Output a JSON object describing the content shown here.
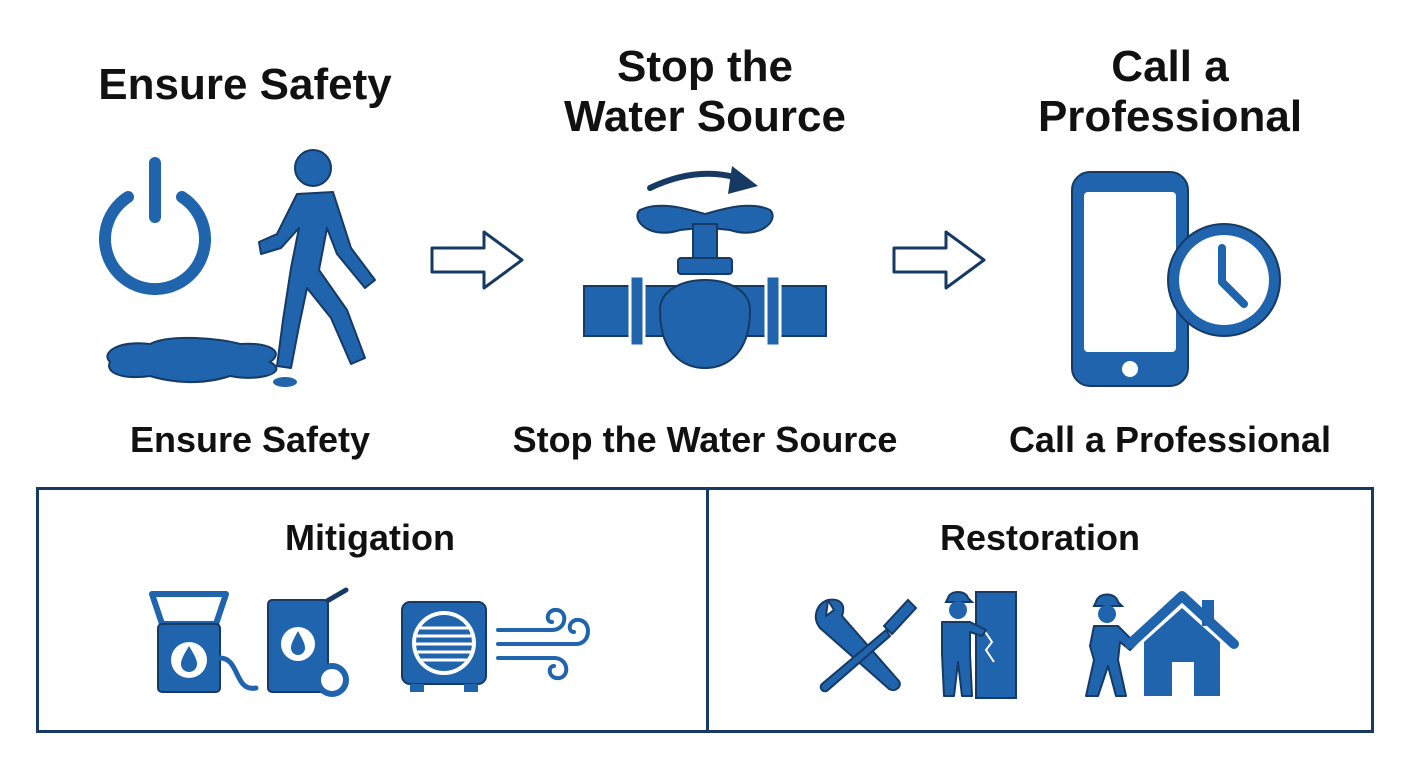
{
  "steps": [
    {
      "title": "Ensure Safety",
      "label": "Ensure Safety",
      "icons": [
        "power-icon",
        "walking-person-icon",
        "water-puddle-icon"
      ]
    },
    {
      "title_line1": "Stop the",
      "title_line2": "Water Source",
      "label": "Stop the Water Source",
      "icons": [
        "shutoff-valve-icon",
        "turn-arrow-icon"
      ]
    },
    {
      "title_line1": "Call a",
      "title_line2": "Professional",
      "label": "Call a Professional",
      "icons": [
        "smartphone-icon",
        "clock-icon"
      ]
    }
  ],
  "panels": {
    "mitigation": {
      "title": "Mitigation",
      "icons": [
        "water-extractor-icon",
        "dehumidifier-icon",
        "air-mover-icon",
        "airflow-icon"
      ]
    },
    "restoration": {
      "title": "Restoration",
      "icons": [
        "wrench-screwdriver-icon",
        "worker-repairing-wall-icon",
        "worker-house-icon"
      ]
    }
  },
  "colors": {
    "icon_blue": "#1f64ad",
    "icon_outline": "#163a63",
    "text": "#111111"
  }
}
